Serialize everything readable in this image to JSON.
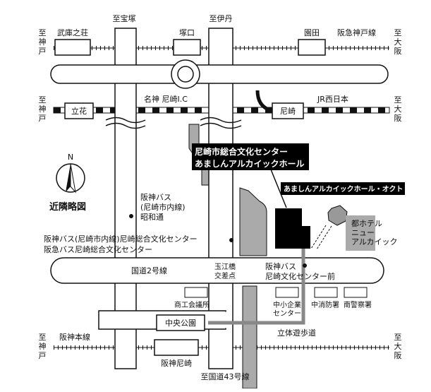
{
  "map": {
    "title": "近隣略図",
    "north": "N",
    "directions": {
      "top_left": "至宝塚",
      "top_mid": "至伊丹",
      "left_1": [
        "至",
        "神",
        "戸"
      ],
      "right_1": [
        "至",
        "大",
        "阪"
      ],
      "left_2": [
        "至",
        "神",
        "戸"
      ],
      "right_2": [
        "至",
        "大",
        "阪"
      ],
      "left_3": [
        "至",
        "神",
        "戸"
      ],
      "right_3": [
        "至",
        "大",
        "阪"
      ],
      "bottom": "至国道43号線"
    },
    "stations": {
      "mukonosou": "武庫之荘",
      "tsukaguchi": "塚口",
      "sonoda": "園田",
      "tachibana": "立花",
      "amagasaki_jr": "尼崎",
      "hanshin_amagasaki": "阪神尼崎",
      "chuo_koen": "中央公園"
    },
    "lines": {
      "hankyu": "阪急神戸線",
      "meishin": "名神 尼崎I.C",
      "jr": "JR西日本",
      "hanshin": "阪神本線",
      "route2": "国道2号線",
      "hodokyo": "立体遊歩道"
    },
    "venue": {
      "name_1": "尼崎市総合文化センター",
      "name_2": "あましんアルカイックホール",
      "octo": "あましんアルカイックホール・オクト",
      "hotel": [
        "都ホテル",
        "ニュー",
        "アルカイック"
      ]
    },
    "places": {
      "bus_shinai_1": "阪神バス",
      "bus_shinai_2": "(尼崎市内線)",
      "bus_shinai_3": "昭和通",
      "bus_center_a": "阪神バス(尼崎市内線)尼崎総合文化センター",
      "bus_center_b": "阪急バス尼崎総合文化センター",
      "tamae_1": "玉江橋",
      "tamae_2": "交差点",
      "bus_front_1": "阪神バス",
      "bus_front_2": "尼崎文化センター前",
      "shoko": "商工会議所",
      "chusho_1": "中小企業",
      "chusho_2": "センター",
      "shobo": "中消防署",
      "keisatsu": "南警察署"
    }
  }
}
